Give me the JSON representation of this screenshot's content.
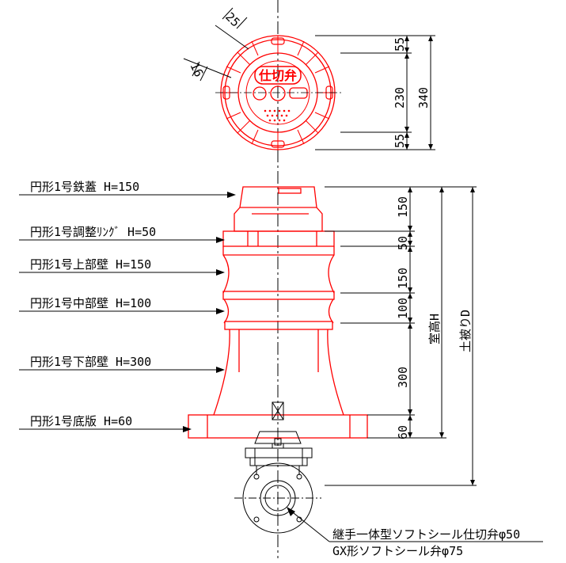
{
  "colors": {
    "component": "#ff0000",
    "annotation": "#000000"
  },
  "top_view": {
    "badge_text": "仕切弁",
    "dimensions": {
      "rib_width": "25",
      "rim_width": "16",
      "upper_offset": "55",
      "inner_diameter": "230",
      "lower_offset": "55",
      "outer_diameter": "340"
    }
  },
  "leaders": [
    {
      "label": "円形1号鉄蓋 H=150"
    },
    {
      "label": "円形1号調整ﾘﾝｸﾞ H=50"
    },
    {
      "label": "円形1号上部壁 H=150"
    },
    {
      "label": "円形1号中部壁 H=100"
    },
    {
      "label": "円形1号下部壁 H=300"
    },
    {
      "label": "円形1号底版 H=60"
    }
  ],
  "section_dimensions": [
    "150",
    "50",
    "150",
    "100",
    "300",
    "60"
  ],
  "height_labels": {
    "room_height": "室高H",
    "earth_cover": "土被りD"
  },
  "valve_notes": [
    "継手一体型ソフトシール仕切弁φ50",
    "GX形ソフトシール弁φ75"
  ]
}
